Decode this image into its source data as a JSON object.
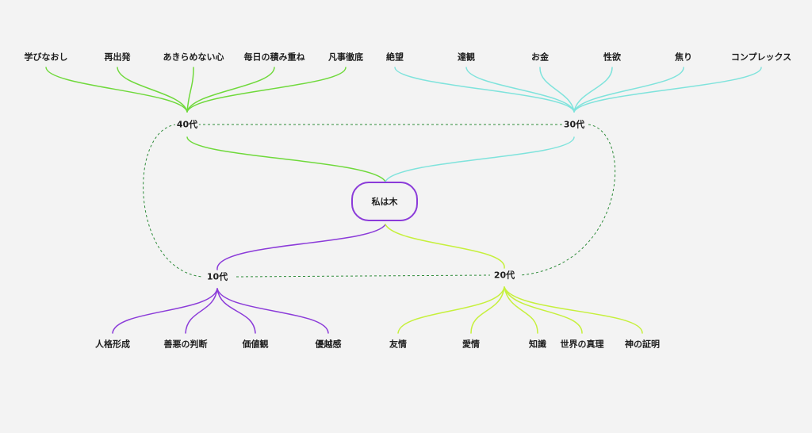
{
  "root": {
    "label": "私は木"
  },
  "colors": {
    "age40": "#6fd93b",
    "age30": "#7fe3dc",
    "age10": "#8b3bd9",
    "age20": "#c6f03c",
    "dashed": "#2e8b3a",
    "root_border": "#8b3bd9"
  },
  "groups": {
    "age40": {
      "label": "40代",
      "items": [
        "学びなおし",
        "再出発",
        "あきらめない心",
        "毎日の積み重ね",
        "凡事徹底"
      ]
    },
    "age30": {
      "label": "30代",
      "items": [
        "絶望",
        "達観",
        "お金",
        "性欲",
        "焦り",
        "コンプレックス"
      ]
    },
    "age10": {
      "label": "10代",
      "items": [
        "人格形成",
        "善悪の判断",
        "価値観",
        "優越感"
      ]
    },
    "age20": {
      "label": "20代",
      "items": [
        "友情",
        "愛情",
        "知識",
        "世界の真理",
        "神の証明"
      ]
    }
  }
}
